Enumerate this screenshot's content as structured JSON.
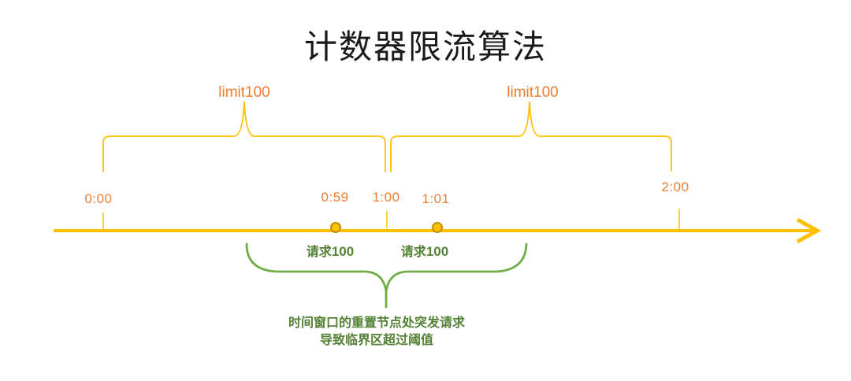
{
  "title": "计数器限流算法",
  "colors": {
    "orange": "#ED7D31",
    "gold": "#FFC000",
    "dot_border": "#BF9000",
    "brace_green": "#70AD47",
    "text_green": "#538135"
  },
  "windows": [
    {
      "label": "limit100"
    },
    {
      "label": "limit100"
    }
  ],
  "timeline": {
    "labels": [
      {
        "text": "0:00"
      },
      {
        "text": "0:59"
      },
      {
        "text": "1:00"
      },
      {
        "text": "1:01"
      },
      {
        "text": "2:00"
      }
    ]
  },
  "events": [
    {
      "time": "0:59",
      "prefix": "请求",
      "value": "100"
    },
    {
      "time": "1:01",
      "prefix": "请求",
      "value": "100"
    }
  ],
  "annotation": {
    "line1": "时间窗口的重置节点处突发请求",
    "line2": "导致临界区超过阈值"
  }
}
